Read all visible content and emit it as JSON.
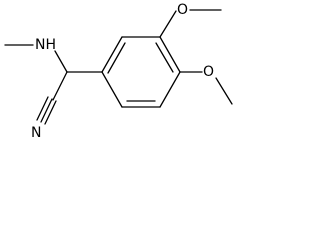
{
  "molecule": {
    "atoms": {
      "nh": "NH",
      "methoxy_top_o": "O",
      "methoxy_bottom_o": "O",
      "nitrile_n": "N"
    }
  },
  "colors": {
    "bond": "#000000",
    "background": "#ffffff"
  }
}
